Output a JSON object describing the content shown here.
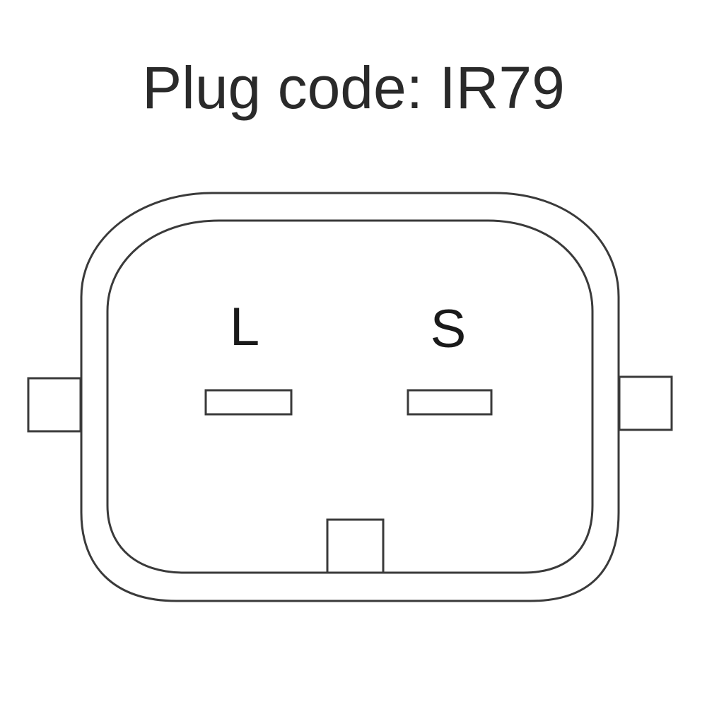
{
  "title": "Plug code: IR79",
  "pins": [
    {
      "label": "L"
    },
    {
      "label": "S"
    }
  ]
}
